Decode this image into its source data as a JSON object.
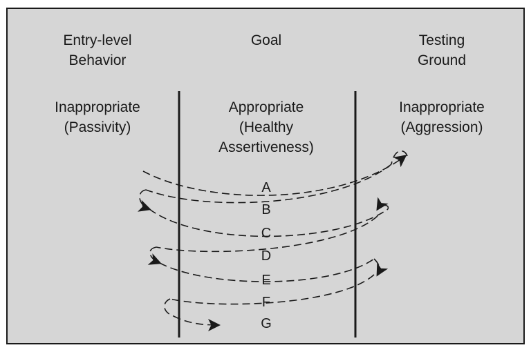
{
  "headers": [
    {
      "lines": [
        "Entry-level",
        "Behavior"
      ]
    },
    {
      "lines": [
        "Goal"
      ]
    },
    {
      "lines": [
        "Testing",
        "Ground"
      ]
    }
  ],
  "subheaders": [
    {
      "lines": [
        "Inappropriate",
        "(Passivity)"
      ]
    },
    {
      "lines": [
        "Appropriate",
        "(Healthy",
        "Assertiveness)"
      ]
    },
    {
      "lines": [
        "Inappropriate",
        "(Aggression)"
      ]
    }
  ],
  "markers": [
    "A",
    "B",
    "C",
    "D",
    "E",
    "F",
    "G"
  ],
  "colors": {
    "background": "#d6d6d6",
    "ink": "#1a1a1a",
    "frame": "#1a1a1a"
  }
}
